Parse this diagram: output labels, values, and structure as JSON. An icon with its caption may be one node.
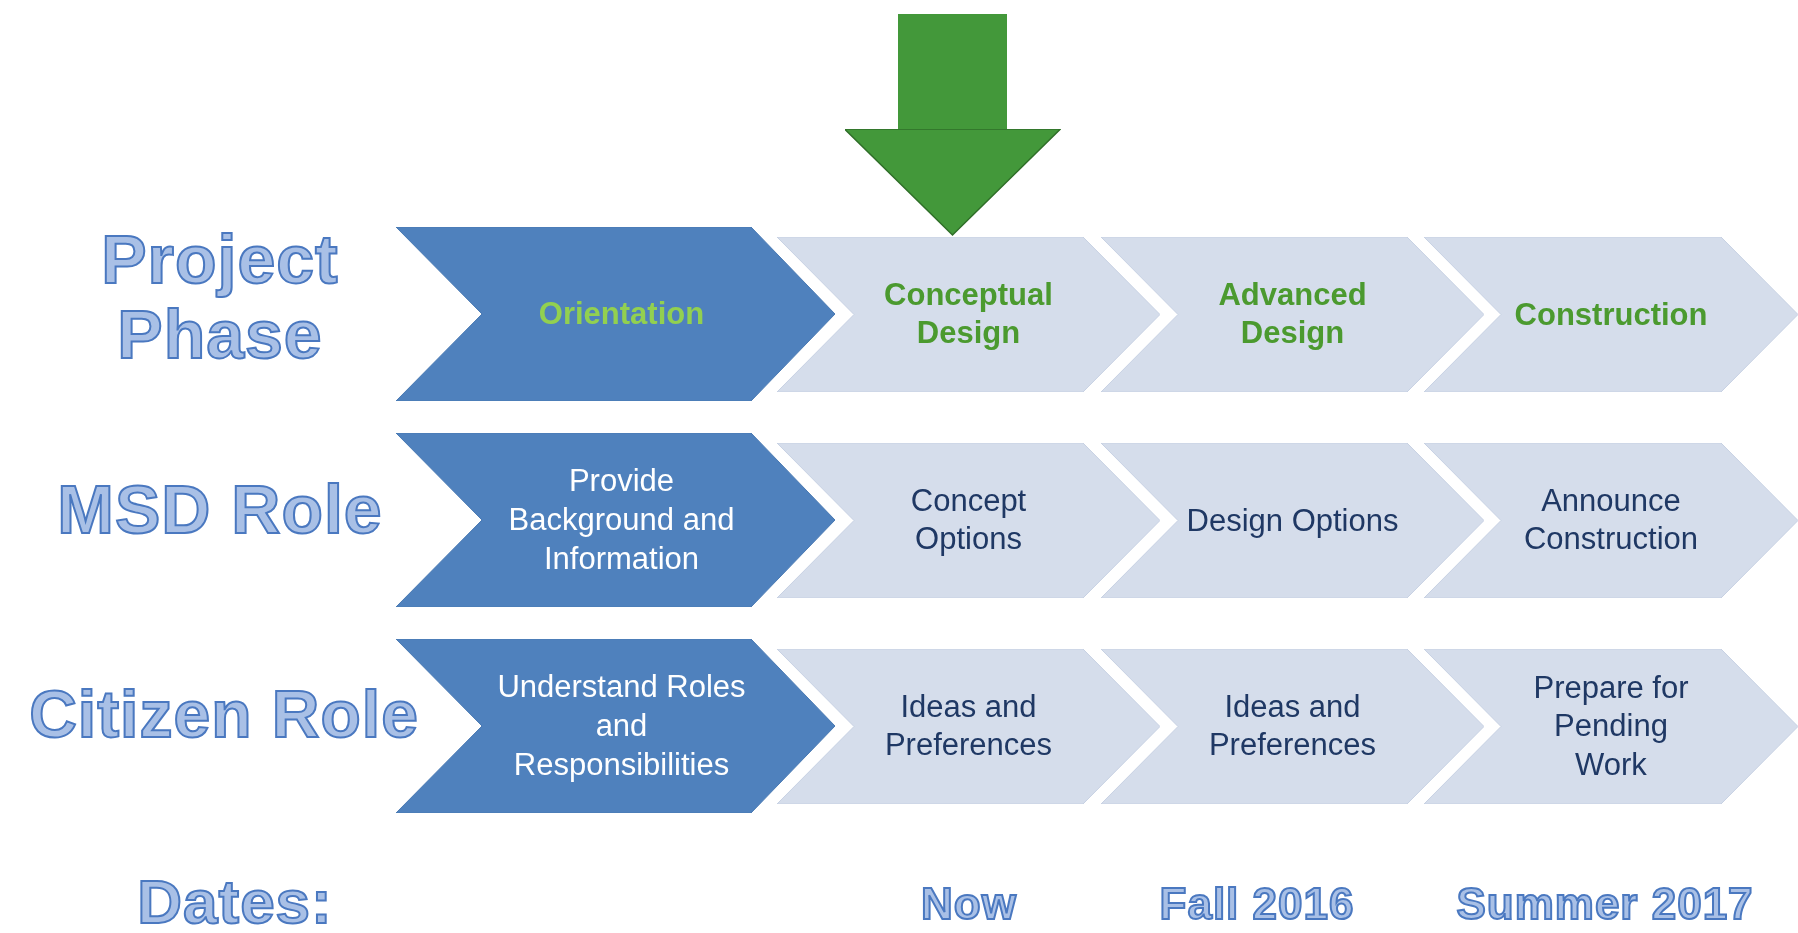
{
  "diagram": {
    "nodes": [
      {
        "text": [
          "Orientation"
        ]
      },
      {
        "text": [
          "Conceptual Design"
        ]
      },
      {
        "text": [
          "Advanced Design"
        ]
      },
      {
        "text": [
          "Construction"
        ]
      },
      {
        "text": [
          "Provide Background and Information"
        ]
      },
      {
        "text": [
          "Concept Options"
        ]
      },
      {
        "text": [
          "Design Options"
        ]
      },
      {
        "text": [
          "Announce Construction"
        ]
      },
      {
        "text": [
          "Understand Roles and Responsibilities"
        ]
      },
      {
        "text": [
          "Ideas and Preferences"
        ]
      },
      {
        "text": [
          "Ideas and Preferences"
        ]
      },
      {
        "text": [
          "Prepare for Pending Work"
        ]
      }
    ],
    "edges": [
      {
        "from": null,
        "to": 1,
        "arrow": "to",
        "color": "#43983a"
      }
    ],
    "labels": [
      "Project Phase",
      "MSD Role",
      "Citizen Role",
      "Dates:",
      "Now",
      "Fall 2016",
      "Summer 2017"
    ]
  }
}
